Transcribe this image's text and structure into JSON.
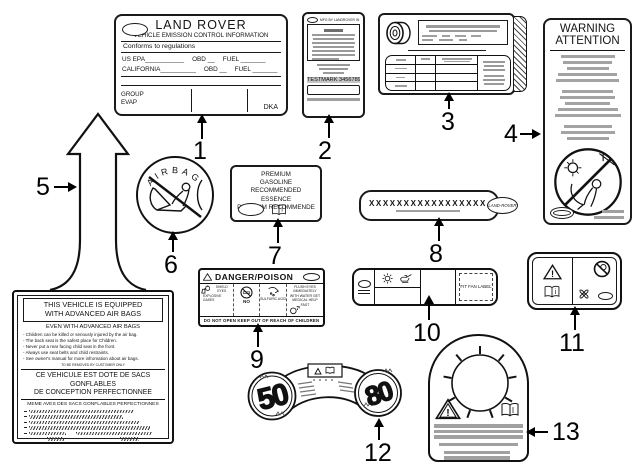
{
  "callouts": {
    "n1": "1",
    "n2": "2",
    "n3": "3",
    "n4": "4",
    "n5": "5",
    "n6": "6",
    "n7": "7",
    "n8": "8",
    "n9": "9",
    "n10": "10",
    "n11": "11",
    "n12": "12",
    "n13": "13"
  },
  "emission_label": {
    "brand": "LAND ROVER",
    "title": "VEHICLE EMISSION CONTROL INFORMATION",
    "conforms": "Conforms to regulations",
    "us_epa": "US EPA___________",
    "us_obd": "OBD __",
    "us_fuel": "FUEL _______",
    "california": "CALIFORNIA__________",
    "ca_obd": "OBD __",
    "ca_fuel": "FUEL _______",
    "group": "GROUP",
    "evap": "EVAP",
    "code": "DKA"
  },
  "testmark_label": {
    "mfg": "MFG BY LANDROVER IN THE UK",
    "testmark": "TESTMARK 3456789 0"
  },
  "warning_label": {
    "title1": "WARNING",
    "title2": "ATTENTION"
  },
  "airbag_round_label": {
    "text": "AIRBAG"
  },
  "fuel_label": {
    "line1": "PREMIUM",
    "line2": "GASOLINE RECOMMENDED",
    "line3": "ESSENCE",
    "line4": "PREMIUM RECOMMENDE"
  },
  "part_number_label": {
    "xs": "XXXXXXXXXXXXXXXXX",
    "logo": "LAND-ROVER"
  },
  "battery_label": {
    "title": "DANGER/POISON",
    "shield": "SHIELD EYES",
    "explosive": "EXPLOSIVE GASES",
    "no": "NO",
    "acid": "SULFURIC ACID",
    "flush": "FLUSH EYES IMMEDIATELY WITH WATER GET MEDICAL HELP FAST",
    "footer": "DO NOT OPEN KEEP OUT OF REACH OF CHILDREN"
  },
  "fan_label": {
    "fit_fan": "FIT FAN LABEL"
  },
  "advanced_airbag_label": {
    "title1": "THIS VEHICLE IS EQUIPPED",
    "title2": "WITH ADVANCED AIR BAGS",
    "subtitle": "EVEN WITH ADVANCED AIR BAGS",
    "bullets": [
      "- Children can be killed or seriously injured by the air bag.",
      "- The back seat is the safest place for Children.",
      "- Never put a rear facing child seat in the front.",
      "- Always use seat belts and child restraints.",
      "- See owner's manual for more infromation about air bags."
    ],
    "note": "TO BE REMOVED BY CUSTOMER ONLY",
    "french1": "CE VEHICULE EST DOTE DE SACS GONFLABLES",
    "french2": "DE CONCEPTION PERFECTIONNEE",
    "french3": "MEME AVES DES SACS GONFLABLES PERFECTIONNES"
  },
  "tire_pressure_label": {
    "front": "50",
    "rear": "80"
  }
}
